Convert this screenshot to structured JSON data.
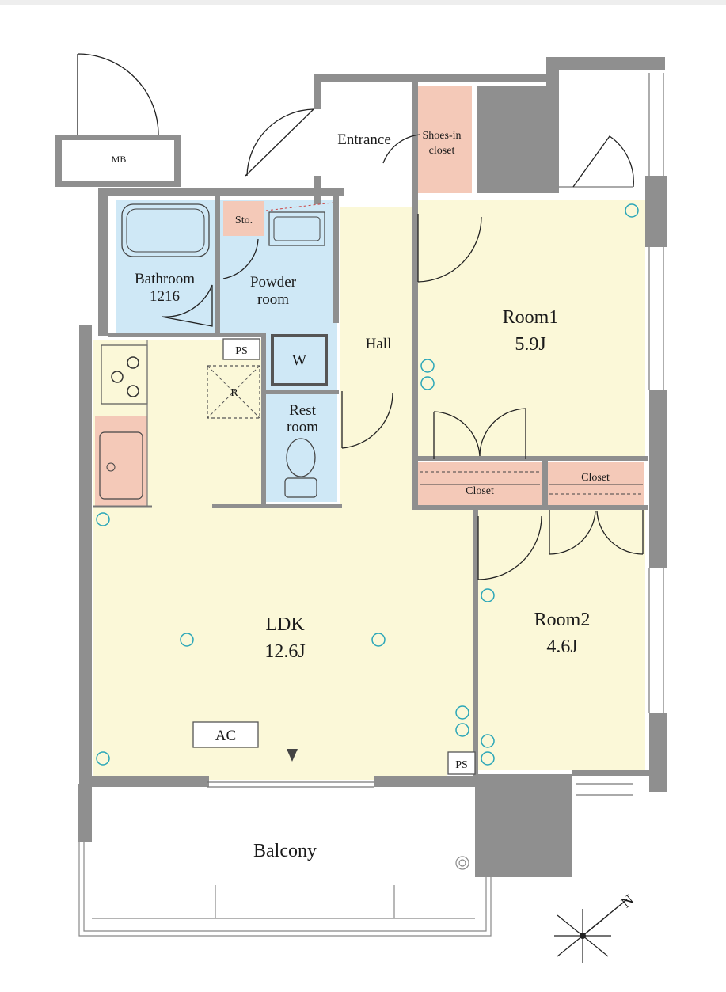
{
  "colors": {
    "living_fill": "#fbf8d8",
    "wet_fill": "#cfe8f6",
    "storage_fill": "#f4c9b8",
    "wall": "#8f8f8f",
    "symbol": "#2aa6b8"
  },
  "rooms": {
    "mb": "MB",
    "entrance": "Entrance",
    "shoes_closet_line1": "Shoes-in",
    "shoes_closet_line2": "closet",
    "sto": "Sto.",
    "bathroom_line1": "Bathroom",
    "bathroom_line2": "1216",
    "powder_line1": "Powder",
    "powder_line2": "room",
    "room1_name": "Room1",
    "room1_size": "5.9J",
    "hall": "Hall",
    "ps_top": "PS",
    "w": "W",
    "r": "R",
    "rest_line1": "Rest",
    "rest_line2": "room",
    "closet_left": "Closet",
    "closet_right": "Closet",
    "ldk_name": "LDK",
    "ldk_size": "12.6J",
    "room2_name": "Room2",
    "room2_size": "4.6J",
    "ac": "AC",
    "ps_bottom": "PS",
    "balcony": "Balcony"
  },
  "compass": {
    "north_label": "N",
    "north_icon": "compass-rose-icon"
  }
}
